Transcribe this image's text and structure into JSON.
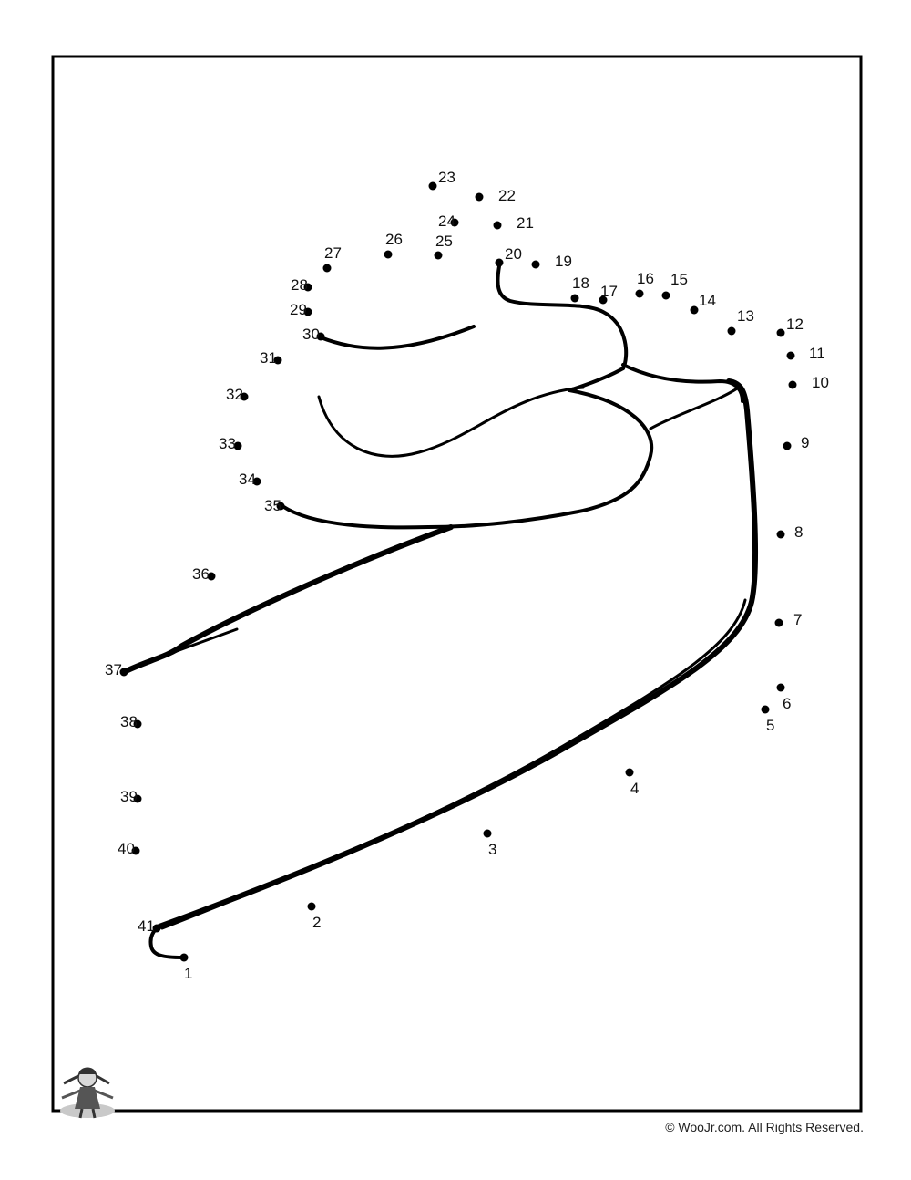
{
  "worksheet": {
    "dots": [
      {
        "n": "1"
      },
      {
        "n": "2"
      },
      {
        "n": "3"
      },
      {
        "n": "4"
      },
      {
        "n": "5"
      },
      {
        "n": "6"
      },
      {
        "n": "7"
      },
      {
        "n": "8"
      },
      {
        "n": "9"
      },
      {
        "n": "10"
      },
      {
        "n": "11"
      },
      {
        "n": "12"
      },
      {
        "n": "13"
      },
      {
        "n": "14"
      },
      {
        "n": "15"
      },
      {
        "n": "16"
      },
      {
        "n": "17"
      },
      {
        "n": "18"
      },
      {
        "n": "19"
      },
      {
        "n": "20"
      },
      {
        "n": "21"
      },
      {
        "n": "22"
      },
      {
        "n": "23"
      },
      {
        "n": "24"
      },
      {
        "n": "25"
      },
      {
        "n": "26"
      },
      {
        "n": "27"
      },
      {
        "n": "28"
      },
      {
        "n": "29"
      },
      {
        "n": "30"
      },
      {
        "n": "31"
      },
      {
        "n": "32"
      },
      {
        "n": "33"
      },
      {
        "n": "34"
      },
      {
        "n": "35"
      },
      {
        "n": "36"
      },
      {
        "n": "37"
      },
      {
        "n": "38"
      },
      {
        "n": "39"
      },
      {
        "n": "40"
      },
      {
        "n": "41"
      }
    ]
  },
  "footer": {
    "copyright": "© WooJr.com. All Rights Reserved."
  },
  "colors": {
    "ink": "#000000",
    "paper": "#ffffff"
  },
  "icons": {
    "mascot": "woojr-girl-mascot-icon"
  }
}
